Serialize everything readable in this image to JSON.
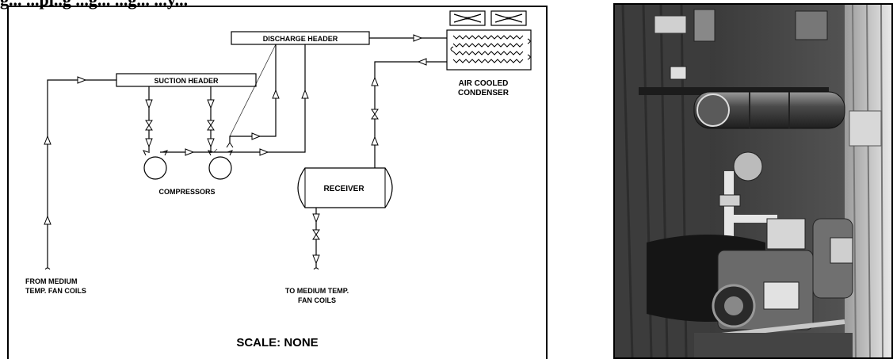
{
  "page": {
    "title_fragment": "g... ...pi..g ...g... ...g... ...y..."
  },
  "diagram": {
    "labels": {
      "discharge_header": "DISCHARGE HEADER",
      "suction_header": "SUCTION HEADER",
      "condenser_line1": "AIR COOLED",
      "condenser_line2": "CONDENSER",
      "compressors": "COMPRESSORS",
      "receiver": "RECEIVER",
      "from_line1": "FROM MEDIUM",
      "from_line2": "TEMP. FAN COILS",
      "to_line1": "TO MEDIUM TEMP.",
      "to_line2": "FAN COILS",
      "scale": "SCALE: NONE"
    }
  },
  "photo": {
    "subject": "refrigeration rack photo (grayscale)"
  }
}
